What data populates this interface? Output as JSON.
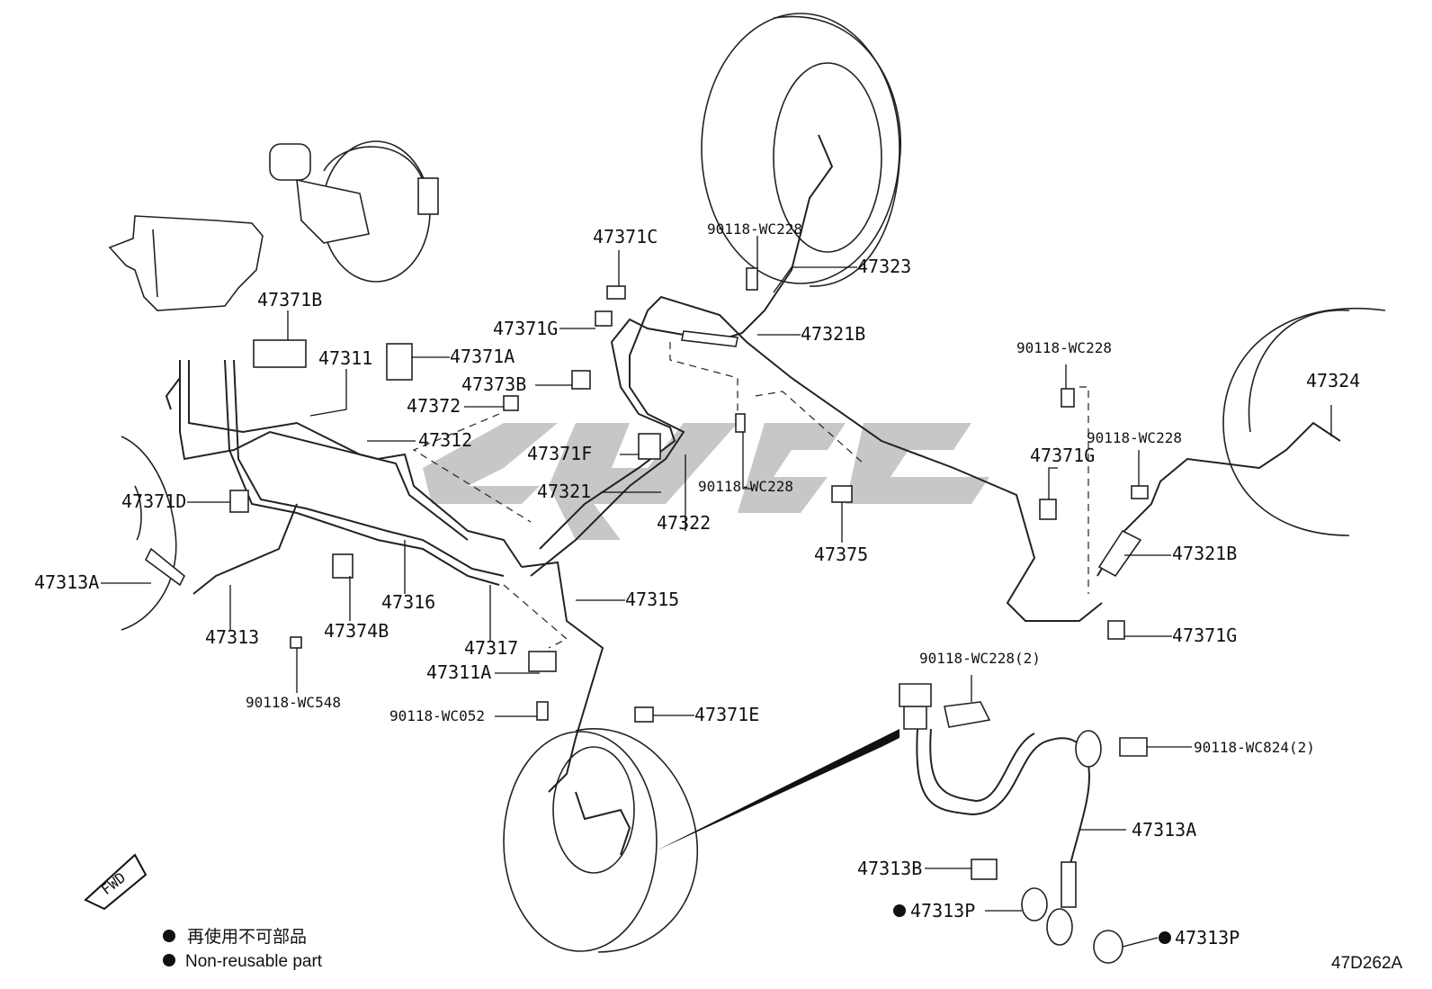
{
  "diagram_code": "47D262A",
  "fwd_label": "FWD",
  "legend": {
    "marker_color": "#111111",
    "line1": "再使用不可部品",
    "line2": "Non-reusable part"
  },
  "labels": {
    "p47371C": "47371C",
    "p90118_wc228_top": "90118-WC228",
    "p47323": "47323",
    "p47371B": "47371B",
    "p47311": "47311",
    "p47371A": "47371A",
    "p47371G_top": "47371G",
    "p47321B_top": "47321B",
    "p47373B": "47373B",
    "p47372": "47372",
    "p47312": "47312",
    "p47371F": "47371F",
    "p47321": "47321",
    "p47322": "47322",
    "p90118_wc228_mid": "90118-WC228",
    "p47375": "47375",
    "p90118_wc228_right": "90118-WC228",
    "p47324": "47324",
    "p47371G_right": "47371G",
    "p90118_wc228_right2": "90118-WC228",
    "p47321B_right": "47321B",
    "p47371G_bottom": "47371G",
    "p47371D": "47371D",
    "p47313A_left": "47313A",
    "p47313": "47313",
    "p47316": "47316",
    "p47374B": "47374B",
    "p47317": "47317",
    "p47315": "47315",
    "p47311A": "47311A",
    "p90118_wc548": "90118-WC548",
    "p90118_wc052": "90118-WC052",
    "p47371E": "47371E",
    "p90118_wc228_2": "90118-WC228(2)",
    "p90118_wc824_2": "90118-WC824(2)",
    "p47313A_detail": "47313A",
    "p47313B": "47313B",
    "p47313P_a": "47313P",
    "p47313P_b": "47313P"
  }
}
